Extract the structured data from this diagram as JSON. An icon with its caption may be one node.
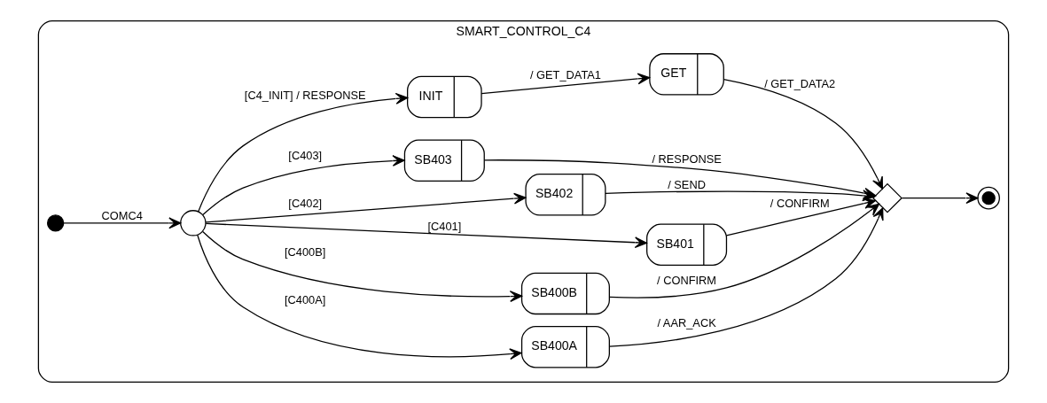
{
  "diagram": {
    "nodes": [
      {
        "text": [
          "SMART_CONTROL_C4"
        ]
      },
      {
        "text": [],
        "shape": "circle",
        "in": 0
      },
      {
        "text": [],
        "shape": "circle",
        "in": 0
      },
      {
        "text": [
          "SB400A"
        ],
        "in": 0
      },
      {
        "text": [
          "SB400B"
        ],
        "in": 0
      },
      {
        "text": [
          "SB401"
        ],
        "in": 0
      },
      {
        "text": [
          "SB402"
        ],
        "in": 0
      },
      {
        "text": [
          "SB403"
        ],
        "in": 0
      },
      {
        "text": [
          "INIT"
        ],
        "in": 0
      },
      {
        "text": [
          "GET"
        ],
        "in": 0
      },
      {
        "text": [],
        "shape": "diamond",
        "in": 0
      },
      {
        "text": [],
        "shape": "circle",
        "in": 0
      }
    ],
    "edges": [
      {
        "from": 1,
        "to": 2,
        "arrow": "to",
        "label": "COMC4"
      },
      {
        "from": 2,
        "to": 3,
        "arrow": "to",
        "label": "[C400A]"
      },
      {
        "from": 2,
        "to": 4,
        "arrow": "to",
        "label": "[C400B]"
      },
      {
        "from": 2,
        "to": 5,
        "arrow": "to",
        "label": "[C401]"
      },
      {
        "from": 2,
        "to": 6,
        "arrow": "to",
        "label": "[C402]"
      },
      {
        "from": 2,
        "to": 7,
        "arrow": "to",
        "label": "[C403]"
      },
      {
        "from": 2,
        "to": 8,
        "arrow": "to",
        "label": "[C4_INIT] / RESPONSE"
      },
      {
        "from": 8,
        "to": 9,
        "arrow": "to",
        "label": "/ GET_DATA1"
      },
      {
        "from": 3,
        "to": 10,
        "arrow": "to",
        "label": "/ AAR_ACK"
      },
      {
        "from": 4,
        "to": 10,
        "arrow": "to",
        "label": "/ CONFIRM"
      },
      {
        "from": 5,
        "to": 10,
        "arrow": "to",
        "label": "/ CONFIRM"
      },
      {
        "from": 6,
        "to": 10,
        "arrow": "to",
        "label": "/ SEND"
      },
      {
        "from": 7,
        "to": 10,
        "arrow": "to",
        "label": "/ RESPONSE"
      },
      {
        "from": 9,
        "to": 10,
        "arrow": "to",
        "label": "/ GET_DATA2"
      },
      {
        "from": 10,
        "to": 11,
        "arrow": "to"
      }
    ]
  }
}
